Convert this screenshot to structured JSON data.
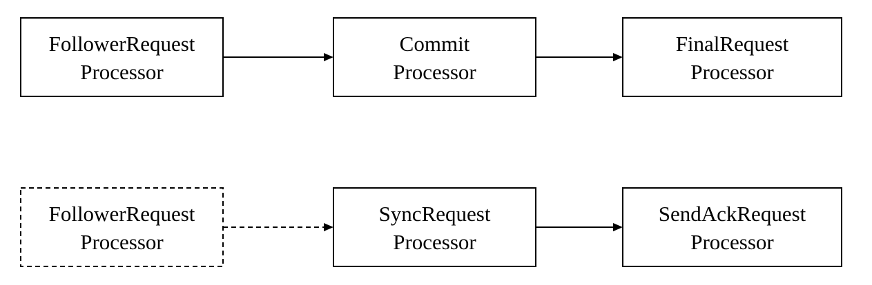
{
  "diagram": {
    "nodes": [
      {
        "id": "follower-request-top",
        "lines": [
          "FollowerRequest",
          "Processor"
        ],
        "border": "solid"
      },
      {
        "id": "commit",
        "lines": [
          "Commit",
          "Processor"
        ],
        "border": "solid"
      },
      {
        "id": "final-request",
        "lines": [
          "FinalRequest",
          "Processor"
        ],
        "border": "solid"
      },
      {
        "id": "follower-request-bottom",
        "lines": [
          "FollowerRequest",
          "Processor"
        ],
        "border": "dashed"
      },
      {
        "id": "sync-request",
        "lines": [
          "SyncRequest",
          "Processor"
        ],
        "border": "solid"
      },
      {
        "id": "send-ack-request",
        "lines": [
          "SendAckRequest",
          "Processor"
        ],
        "border": "solid"
      }
    ],
    "edges": [
      {
        "from": "follower-request-top",
        "to": "commit",
        "style": "solid"
      },
      {
        "from": "commit",
        "to": "final-request",
        "style": "solid"
      },
      {
        "from": "follower-request-bottom",
        "to": "sync-request",
        "style": "dashed"
      },
      {
        "from": "sync-request",
        "to": "send-ack-request",
        "style": "solid"
      }
    ],
    "colors": {
      "stroke": "#000000",
      "fill": "#ffffff",
      "text": "#000000"
    }
  }
}
